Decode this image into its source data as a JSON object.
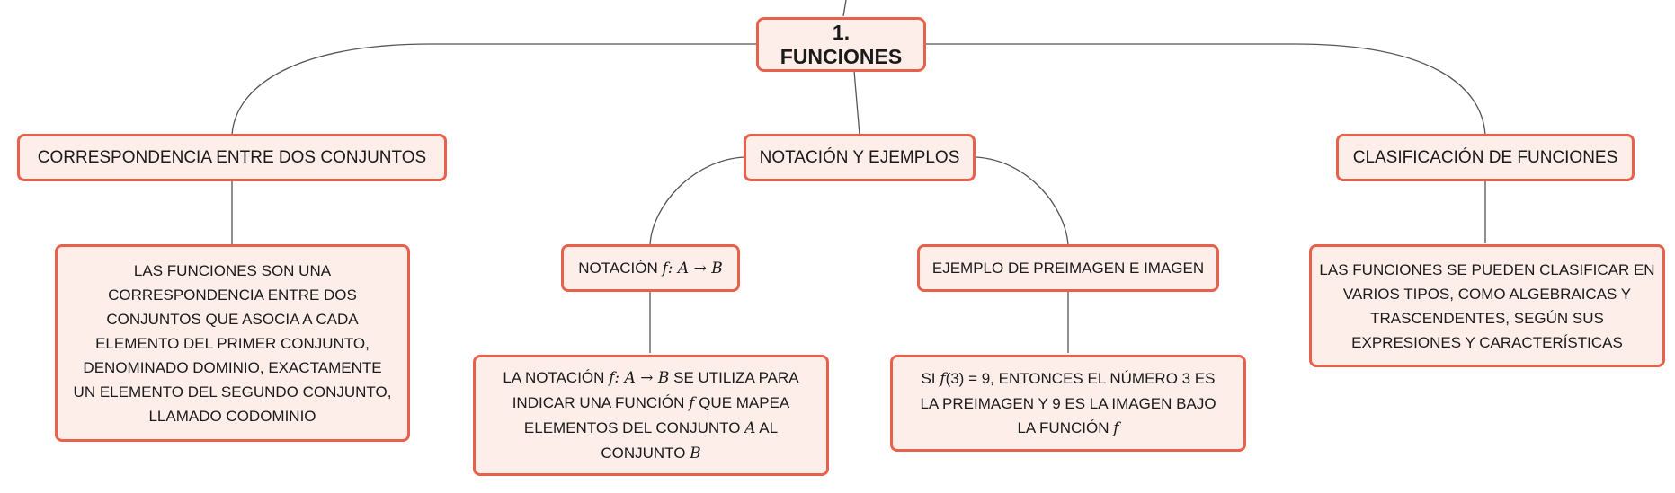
{
  "root": {
    "label": "1. FUNCIONES"
  },
  "branches": {
    "correspondencia": {
      "label": "CORRESPONDENCIA ENTRE DOS CONJUNTOS",
      "detail": "LAS FUNCIONES SON UNA CORRESPONDENCIA ENTRE DOS CONJUNTOS QUE ASOCIA A CADA ELEMENTO DEL PRIMER CONJUNTO, DENOMINADO DOMINIO, EXACTAMENTE UN ELEMENTO DEL SEGUNDO CONJUNTO, LLAMADO CODOMINIO"
    },
    "notacion_ejemplos": {
      "label": "NOTACIÓN Y EJEMPLOS",
      "notacion": {
        "label_prefix": "NOTACIÓN ",
        "label_math": "f: A → B",
        "detail_prefix": "LA NOTACIÓN ",
        "detail_math1": "f: A → B",
        "detail_mid1": " SE UTILIZA PARA INDICAR UNA FUNCIÓN ",
        "detail_math2": "f",
        "detail_mid2": " QUE MAPEA ELEMENTOS DEL CONJUNTO ",
        "detail_math3": "A",
        "detail_mid3": " AL CONJUNTO ",
        "detail_math4": "B"
      },
      "ejemplo": {
        "label": "EJEMPLO DE PREIMAGEN E IMAGEN",
        "detail_prefix": "SI ",
        "detail_math1": "f",
        "detail_mid1": "(3) = 9, ENTONCES EL NÚMERO 3 ES LA PREIMAGEN Y 9 ES LA IMAGEN BAJO LA FUNCIÓN ",
        "detail_math2": "f"
      }
    },
    "clasificacion": {
      "label": "CLASIFICACIÓN DE FUNCIONES",
      "detail": "LAS FUNCIONES SE PUEDEN CLASIFICAR EN VARIOS TIPOS, COMO ALGEBRAICAS Y TRASCENDENTES, SEGÚN SUS EXPRESIONES Y CARACTERÍSTICAS"
    }
  },
  "colors": {
    "node_border": "#e8614c",
    "node_fill": "#fdeeea",
    "connector": "#555555"
  }
}
